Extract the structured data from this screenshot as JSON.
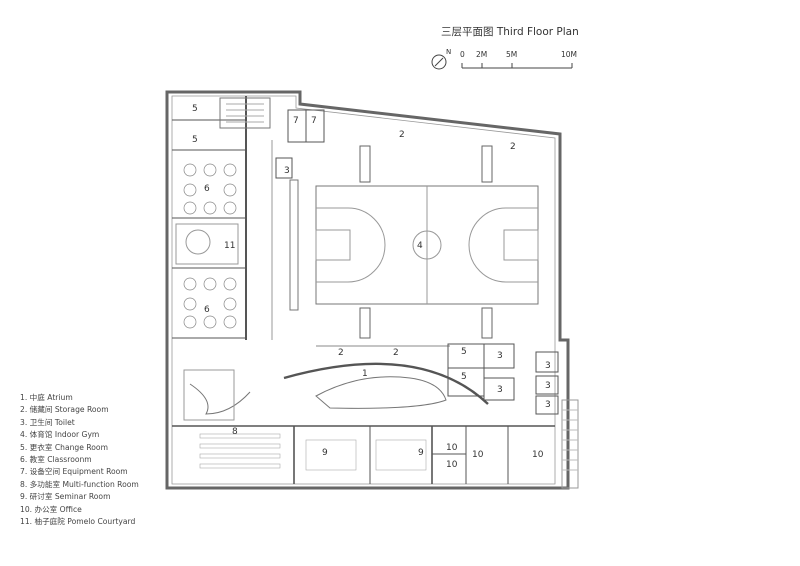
{
  "title": "三层平面图  Third Floor Plan",
  "north": "N",
  "scale": {
    "ticks": [
      "0",
      "2M",
      "5M",
      "10M"
    ]
  },
  "legend": [
    "1.  中庭  Atrium",
    "2.  储藏间  Storage Room",
    "3.  卫生间  Toilet",
    "4.  体育馆  Indoor Gym",
    "5.  更衣室  Change Room",
    "6.  教室  Classroonm",
    "7.  设备空间  Equipment Room",
    "8.  多功能室  Multi-function Room",
    "9.  研讨室  Seminar Room",
    "10.  办公室  Office",
    "11.  柚子庭院  Pomelo Courtyard"
  ],
  "rooms": {
    "r5a": "5",
    "r5b": "5",
    "r6a": "6",
    "r11": "11",
    "r6b": "6",
    "r7a": "7",
    "r7b": "7",
    "r3a": "3",
    "r2a": "2",
    "r2b": "2",
    "r4": "4",
    "r2c": "2",
    "r2d": "2",
    "r1": "1",
    "r5c": "5",
    "r5d": "5",
    "r3b": "3",
    "r3c": "3",
    "r3d": "3",
    "r3e": "3",
    "r3f": "3",
    "r8": "8",
    "r9a": "9",
    "r9b": "9",
    "r10a": "10",
    "r10b": "10",
    "r10c": "10",
    "r10d": "10"
  }
}
